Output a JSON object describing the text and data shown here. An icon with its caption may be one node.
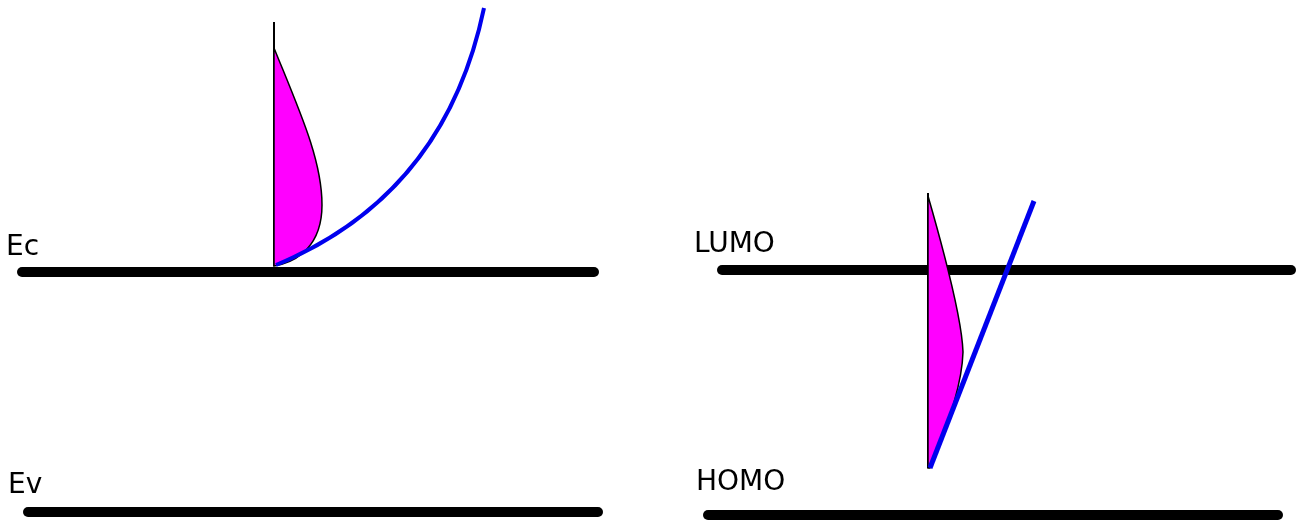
{
  "diagram": {
    "labels": [
      "Ec",
      "LUMO",
      "Ev",
      "HOMO"
    ]
  }
}
